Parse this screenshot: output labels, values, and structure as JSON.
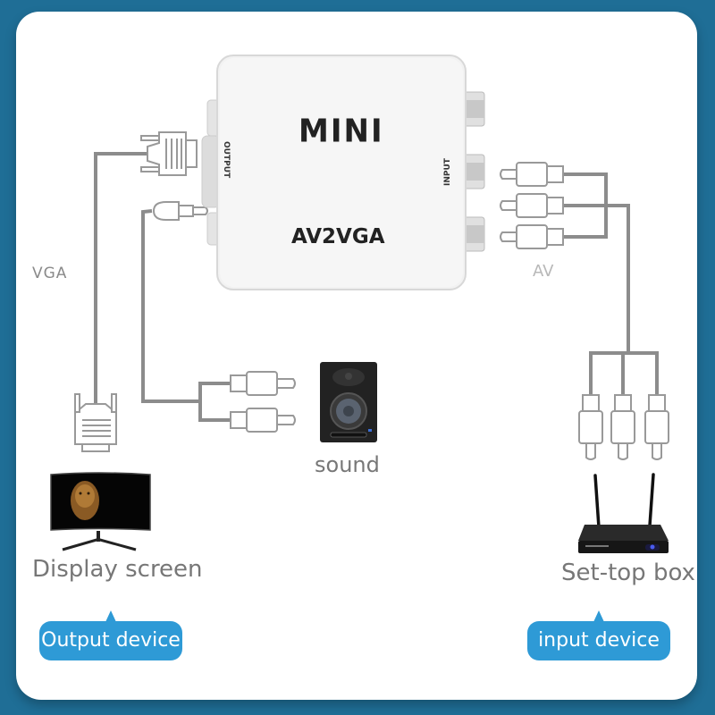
{
  "device": {
    "brand_text": "MINI",
    "model_text": "AV2VGA",
    "port_output_label": "OUTPUT",
    "port_input_label": "INPUT"
  },
  "labels": {
    "vga": "VGA",
    "av": "AV",
    "sound": "sound",
    "display": "Display screen",
    "set_top_box": "Set-top box"
  },
  "bubbles": {
    "output": "Output device",
    "input": "input device"
  },
  "colors": {
    "background": "#1f6e96",
    "card": "#ffffff",
    "bubble": "#2e9ad6",
    "cable": "#8c8c8c",
    "connector_outline": "#9a9a9a"
  },
  "icons": {
    "vga_connector_top": "vga-plug-icon",
    "vga_connector_bottom": "vga-plug-icon",
    "audio_jack": "3.5mm-jack-icon",
    "rca_audio_out": "rca-plug-icon",
    "rca_av_in": "rca-plug-icon",
    "monitor": "monitor-icon",
    "speaker": "speaker-icon",
    "set_top_box": "set-top-box-icon"
  }
}
